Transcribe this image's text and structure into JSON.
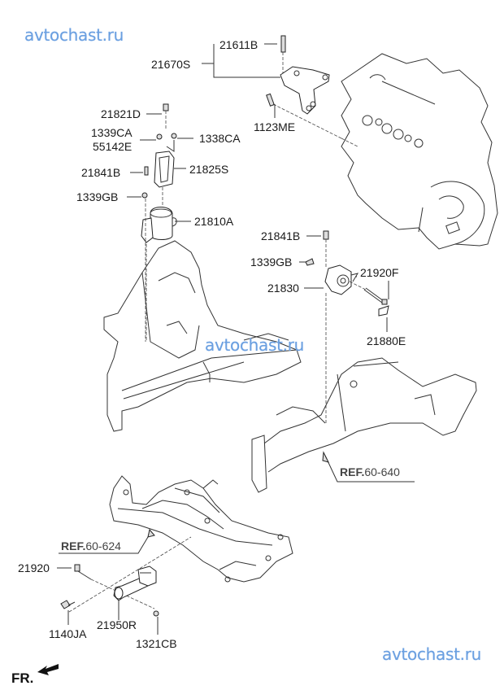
{
  "watermarks": [
    "avtochast.ru",
    "avtochast.ru",
    "avtochast.ru"
  ],
  "parts": {
    "p21611B": "21611B",
    "p21670S": "21670S",
    "p1123ME": "1123ME",
    "p21821D": "21821D",
    "p1339CA": "1339CA",
    "p55142E": "55142E",
    "p1338CA": "1338CA",
    "p21841B_left": "21841B",
    "p21825S": "21825S",
    "p1339GB_left": "1339GB",
    "p21810A": "21810A",
    "p21841B_right": "21841B",
    "p1339GB_right": "1339GB",
    "p21920F": "21920F",
    "p21830": "21830",
    "p21880E": "21880E",
    "p21920": "21920",
    "p1140JA": "1140JA",
    "p21950R": "21950R",
    "p1321CB": "1321CB"
  },
  "references": {
    "ref_60_640": {
      "prefix": "REF.",
      "code": "60-640"
    },
    "ref_60_624": {
      "prefix": "REF.",
      "code": "60-624"
    }
  },
  "direction": {
    "label": "FR."
  }
}
